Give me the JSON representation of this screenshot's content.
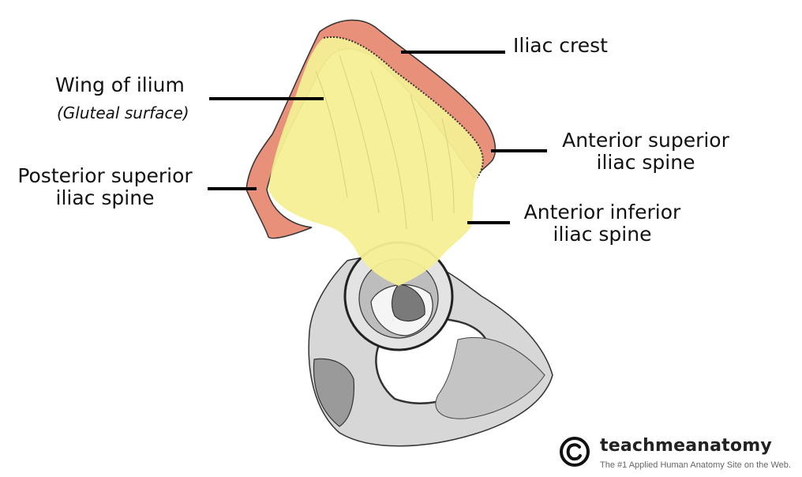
{
  "diagram": {
    "labels": {
      "iliac_crest": "Iliac crest",
      "wing_of_ilium": "Wing of ilium",
      "gluteal_surface": "(Gluteal surface)",
      "psis_line1": "Posterior superior",
      "psis_line2": "iliac spine",
      "asis_line1": "Anterior superior",
      "asis_line2": "iliac spine",
      "aiis_line1": "Anterior inferior",
      "aiis_line2": "iliac spine"
    },
    "colors": {
      "crest_highlight": "#e8907a",
      "wing_highlight": "#f6ef96",
      "bone_shading": "#b8b8b8",
      "leader_line": "#000000"
    }
  },
  "branding": {
    "logo_icon": "copyright-icon",
    "name": "teachmeanatomy",
    "tagline": "The #1 Applied Human Anatomy Site on the Web."
  }
}
